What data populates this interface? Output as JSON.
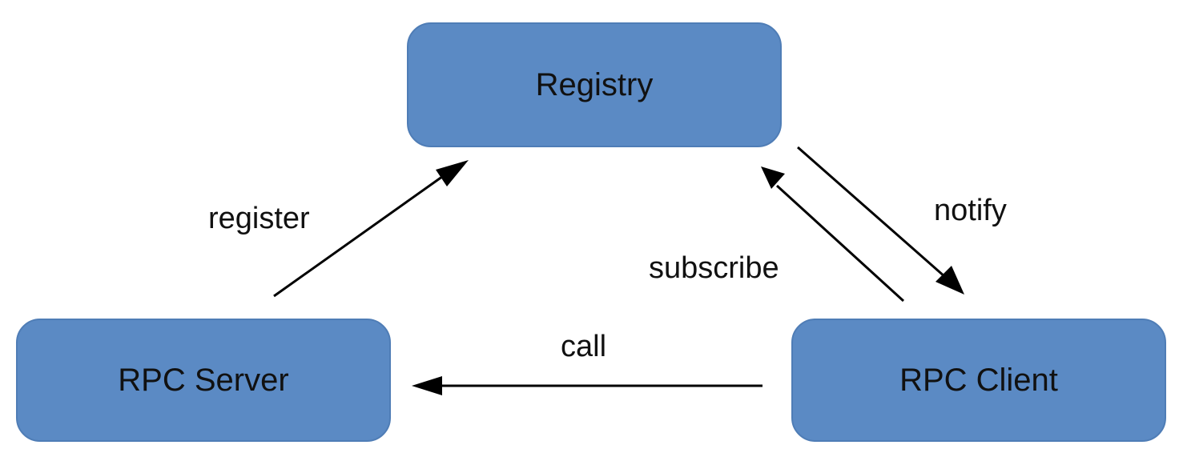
{
  "colors": {
    "node_fill": "#5b8ac4",
    "node_stroke": "#4f7db6",
    "arrow": "#000000"
  },
  "nodes": {
    "registry": {
      "label": "Registry"
    },
    "server": {
      "label": "RPC Server"
    },
    "client": {
      "label": "RPC Client"
    }
  },
  "edges": {
    "register": {
      "label": "register"
    },
    "subscribe": {
      "label": "subscribe"
    },
    "notify": {
      "label": "notify"
    },
    "call": {
      "label": "call"
    }
  }
}
